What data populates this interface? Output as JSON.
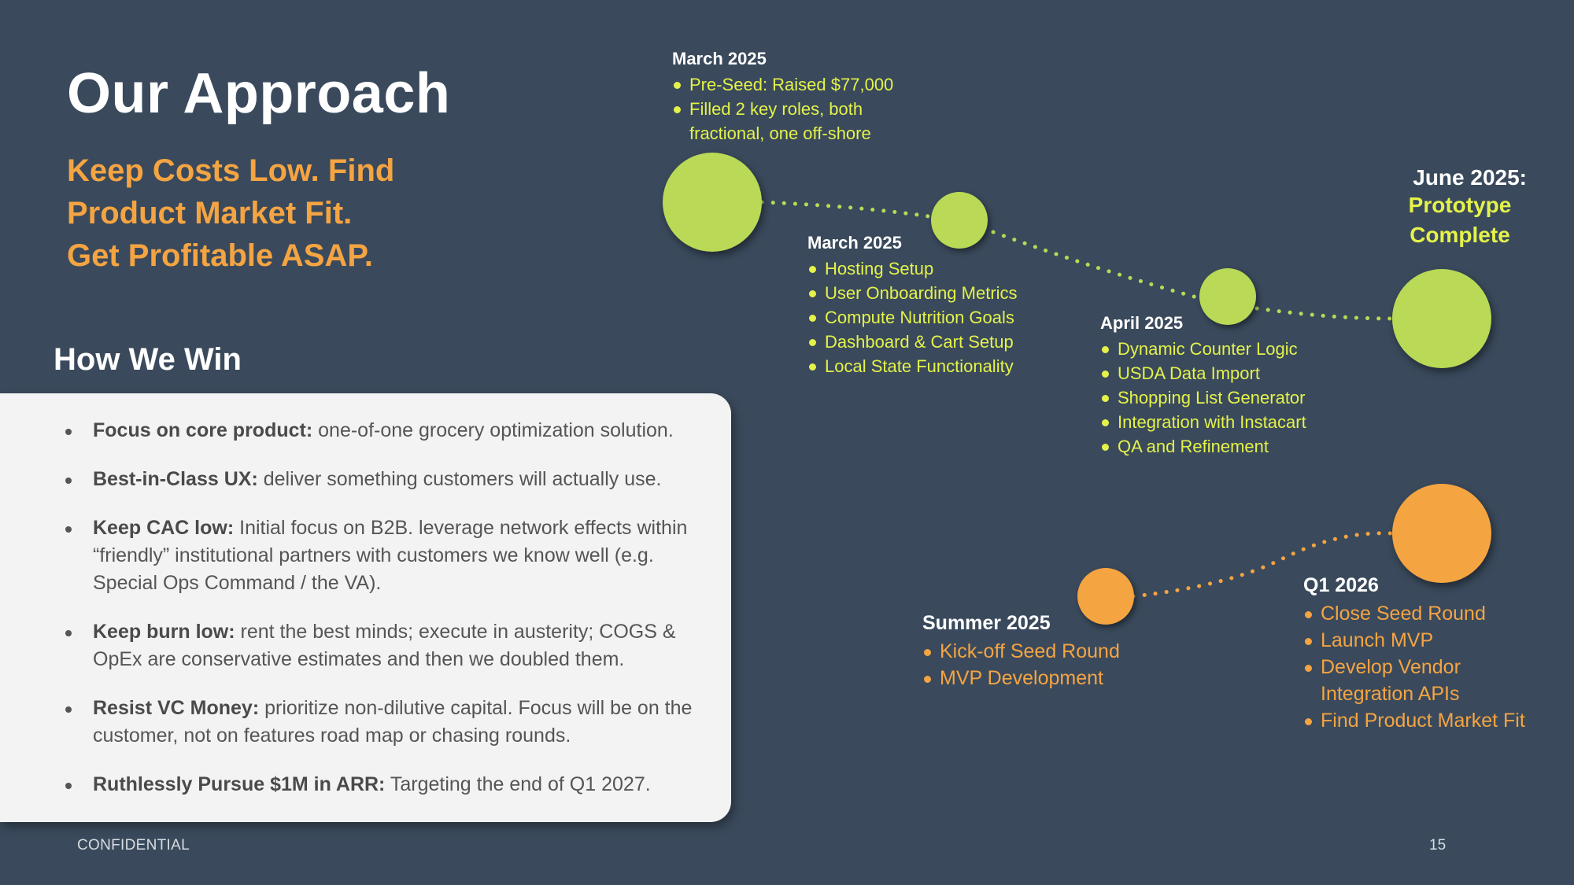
{
  "slide": {
    "title": "Our Approach",
    "subtitle_lines": [
      "Keep Costs Low. Find",
      "Product Market Fit.",
      "Get Profitable ASAP."
    ],
    "how_heading": "How We Win"
  },
  "how_we_win": [
    {
      "bold": "Focus on core product:",
      "text": " one-of-one grocery optimization solution."
    },
    {
      "bold": "Best-in-Class UX:",
      "text": " deliver something customers will actually use."
    },
    {
      "bold": "Keep CAC low:",
      "text": " Initial focus on B2B. leverage network effects within “friendly” institutional partners with customers we know well (e.g. Special Ops Command / the VA)."
    },
    {
      "bold": "Keep burn low:",
      "text": " rent the best minds; execute in austerity; COGS & OpEx are conservative estimates and then we doubled them."
    },
    {
      "bold": "Resist VC Money:",
      "text": " prioritize non-dilutive capital. Focus will be on the customer, not on features road map or chasing rounds."
    },
    {
      "bold": "Ruthlessly Pursue $1M in ARR:",
      "text": " Targeting the end of Q1 2027."
    }
  ],
  "timeline": {
    "milestone_1": {
      "title": "March 2025",
      "items": [
        "Pre-Seed: Raised $77,000",
        "Filled 2 key roles, both",
        "fractional, one off-shore"
      ]
    },
    "milestone_2": {
      "title": "March 2025",
      "items": [
        "Hosting Setup",
        "User Onboarding Metrics",
        "Compute Nutrition Goals",
        "Dashboard & Cart Setup",
        "Local State Functionality"
      ]
    },
    "milestone_3": {
      "title": "April 2025",
      "items": [
        "Dynamic Counter Logic",
        "USDA Data Import",
        "Shopping List Generator",
        "Integration with Instacart",
        "QA and Refinement"
      ]
    },
    "milestone_4": {
      "label": "June 2025:",
      "value_lines": [
        "Prototype",
        "Complete"
      ]
    },
    "milestone_5": {
      "title": "Summer  2025",
      "items": [
        "Kick-off Seed Round",
        "MVP Development"
      ]
    },
    "milestone_6": {
      "title": "Q1 2026",
      "items": [
        "Close Seed Round",
        "Launch MVP",
        "Develop Vendor",
        "Integration APIs",
        "Find Product Market Fit"
      ]
    }
  },
  "colors": {
    "background": "#3a4a5c",
    "accent_green": "#b9d957",
    "text_green": "#e4f24a",
    "accent_orange": "#f5a442",
    "card": "#f3f3f3"
  },
  "footer": {
    "left": "CONFIDENTIAL",
    "page_number": "15"
  }
}
